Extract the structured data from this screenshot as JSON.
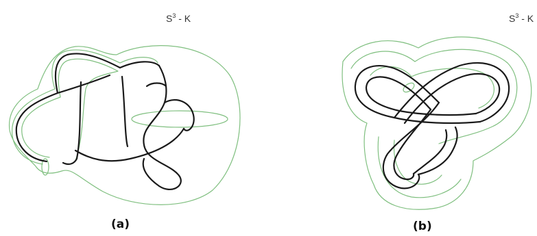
{
  "panels": [
    {
      "space_label": "S",
      "space_label_sup": "3",
      "space_label_rest": " - K",
      "caption": "(a)"
    },
    {
      "space_label": "S",
      "space_label_sup": "3",
      "space_label_rest": " - K",
      "caption": "(b)"
    }
  ],
  "colors": {
    "knot": "#1a1a1a",
    "boundary": "#7fbf7f",
    "background": "#ffffff"
  }
}
